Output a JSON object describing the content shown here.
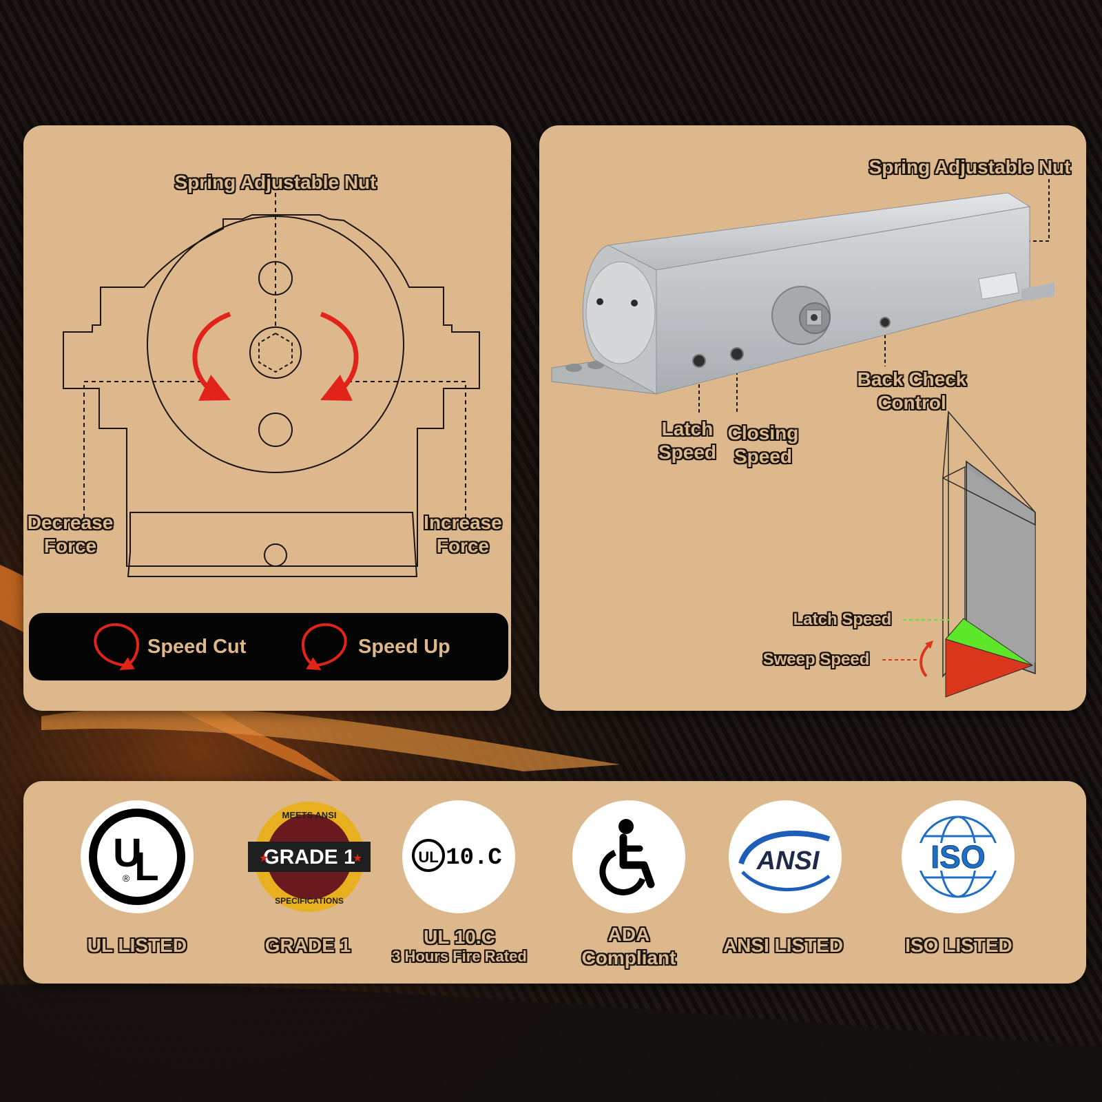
{
  "colors": {
    "panel": "#deb88d",
    "background": "#0c0a09",
    "arrow_red": "#e2231a",
    "latch_green": "#5ee62a",
    "sweep_red": "#d9361b",
    "closer_silver": "#c9cbcd",
    "ansi_blue": "#1d5fb8",
    "iso_blue": "#1f6fc5",
    "grade_maroon": "#6a1a1f",
    "grade_gold": "#e8b020"
  },
  "diagram": {
    "spring_nut_label": "Spring Adjustable Nut",
    "decrease_force_line1": "Decrease",
    "decrease_force_line2": "Force",
    "increase_force_line1": "Increase",
    "increase_force_line2": "Force",
    "speed_cut_label": "Speed Cut",
    "speed_up_label": "Speed Up"
  },
  "closer": {
    "spring_nut_label": "Spring Adjustable Nut",
    "latch_speed_line1": "Latch",
    "latch_speed_line2": "Speed",
    "closing_speed_line1": "Closing",
    "closing_speed_line2": "Speed",
    "back_check_line1": "Back Check",
    "back_check_line2": "Control",
    "door_latch_label": "Latch Speed",
    "door_sweep_label": "Sweep Speed"
  },
  "certifications": [
    {
      "icon": "ul-logo-icon",
      "label": "UL LISTED"
    },
    {
      "icon": "grade-1-badge-icon",
      "badge_top": "MEETS ANSI",
      "badge_mid": "GRADE 1",
      "badge_bottom": "SPECIFICATIONS",
      "label": "GRADE 1"
    },
    {
      "icon": "ul-10c-icon",
      "badge_text": "10.C",
      "label": "UL 10.C",
      "sublabel": "3 Hours Fire Rated"
    },
    {
      "icon": "wheelchair-icon",
      "label_line1": "ADA",
      "label_line2": "Compliant"
    },
    {
      "icon": "ansi-logo-icon",
      "badge_text": "ANSI",
      "label": "ANSI LISTED"
    },
    {
      "icon": "iso-logo-icon",
      "badge_text": "ISO",
      "label": "ISO LISTED"
    }
  ]
}
